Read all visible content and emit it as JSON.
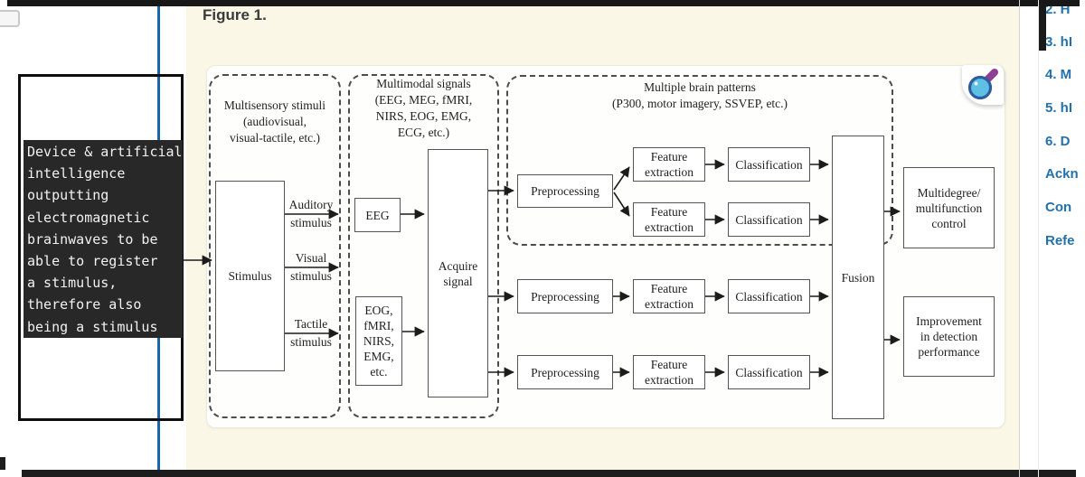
{
  "chrome": {
    "figure_label": "Figure 1.",
    "sidebar": {
      "items": [
        "2. H",
        "3. hI",
        "4. M",
        "5. hI",
        "6. D",
        "Ackn",
        "Con",
        "Refe"
      ]
    },
    "icons": {
      "magnifier": "zoom-magnifier-icon"
    }
  },
  "annotation": {
    "text": "Device & artificial\nintelligence\noutputting\nelectromagnetic\nbrainwaves to be\nable to register\na stimulus,\ntherefore also\nbeing a stimulus"
  },
  "diagram": {
    "containers": {
      "multisensory": {
        "title": "Multisensory stimuli\n(audiovisual,\nvisual-tactile, etc.)"
      },
      "multimodal": {
        "title": "Multimodal signals\n(EEG, MEG, fMRI,\nNIRS, EOG, EMG,\nECG, etc.)"
      },
      "patterns": {
        "title": "Multiple brain patterns\n(P300, motor imagery, SSVEP, etc.)"
      }
    },
    "boxes": {
      "stimulus": "Stimulus",
      "eeg": "EEG",
      "eog_group": "EOG,\nfMRI,\nNIRS,\nEMG,\netc.",
      "acquire": "Acquire\nsignal",
      "preprocessing": "Preprocessing",
      "feature_extraction": "Feature\nextraction",
      "classification": "Classification",
      "fusion": "Fusion",
      "multidegree": "Multidegree/\nmultifunction\ncontrol",
      "improvement": "Improvement\nin detection\nperformance"
    },
    "edge_labels": {
      "auditory": "Auditory\nstimulus",
      "visual": "Visual\nstimulus",
      "tactile": "Tactile\nstimulus"
    }
  },
  "colors": {
    "accent_blue_line": "#1667ad",
    "sidebar_link": "#2371ac",
    "page_cream": "#faf7e7",
    "annotation_bg": "#282828",
    "annotation_text": "#f2f2f2",
    "diagram_line": "#1c1c1c",
    "magnifier_glass": "#5ec1e4",
    "magnifier_ring": "#2d5d9f",
    "magnifier_handle": "#8d4092"
  }
}
